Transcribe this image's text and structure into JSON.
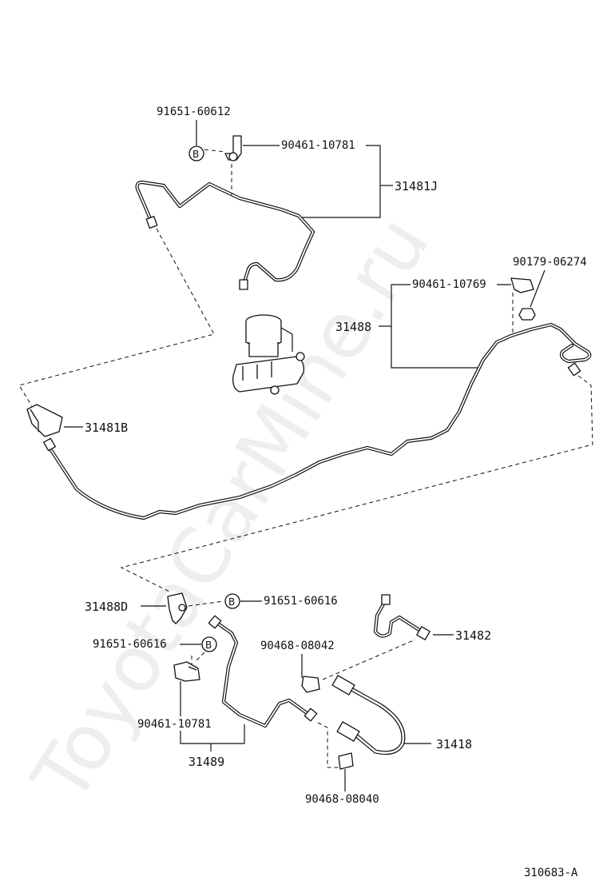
{
  "watermark": "ToyotaCarMine.ru",
  "symbol_b": "B",
  "labels": {
    "p91651_60612": "91651-60612",
    "p90461_10781_top": "90461-10781",
    "p31481J": "31481J",
    "p90179_06274": "90179-06274",
    "p90461_10769": "90461-10769",
    "p31488": "31488",
    "p31481B": "31481B",
    "p31488D": "31488D",
    "p91651_60616_a": "91651-60616",
    "p91651_60616_b": "91651-60616",
    "p90468_08042": "90468-08042",
    "p31482": "31482",
    "p90461_10781_bottom": "90461-10781",
    "p31418": "31418",
    "p31489": "31489",
    "p90468_08040": "90468-08040"
  },
  "figure_id": "310683-A"
}
